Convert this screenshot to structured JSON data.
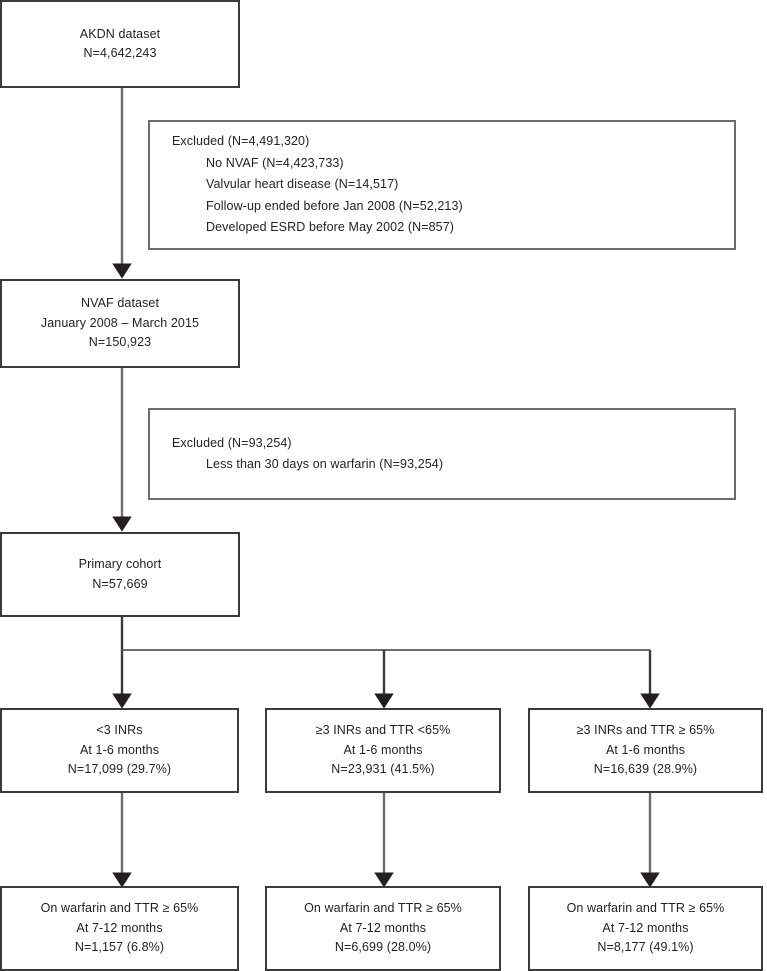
{
  "figure": {
    "type": "flow-diagram",
    "title": "Study cohort selection flow diagram"
  },
  "nodes": {
    "akdn": {
      "name": "akdn-dataset-box",
      "lines": [
        "AKDN dataset",
        "N=4,642,243"
      ]
    },
    "exclusion1": {
      "name": "exclusion-box-1",
      "lines": [
        "Excluded (N=4,491,320)",
        "No NVAF (N=4,423,733)",
        "Valvular heart disease (N=14,517)",
        "Follow-up ended before Jan 2008 (N=52,213)",
        "Developed ESRD before May 2002 (N=857)"
      ]
    },
    "nvaf": {
      "name": "nvaf-dataset-box",
      "lines": [
        "NVAF dataset",
        "January 2008 – March 2015",
        "N=150,923"
      ]
    },
    "exclusion2": {
      "name": "exclusion-box-2",
      "lines": [
        "Excluded (N=93,254)",
        "Less than 30 days on warfarin (N=93,254)"
      ]
    },
    "primary": {
      "name": "primary-cohort-box",
      "lines": [
        "Primary cohort",
        "N=57,669"
      ]
    },
    "branch1": {
      "name": "branch-box-inr-lt3",
      "lines": [
        "<3 INRs",
        "At 1-6 months",
        "N=17,099 (29.7%)"
      ]
    },
    "branch2": {
      "name": "branch-box-inr-ge3-ttr-lt65",
      "lines": [
        "≥3 INRs and TTR <65%",
        "At 1-6 months",
        "N=23,931 (41.5%)"
      ]
    },
    "branch3": {
      "name": "branch-box-inr-ge3-ttr-ge65",
      "lines": [
        "≥3 INRs and TTR ≥ 65%",
        "At 1-6 months",
        "N=16,639 (28.9%)"
      ]
    },
    "outcome1": {
      "name": "outcome-box-1",
      "lines": [
        "On warfarin and TTR ≥ 65%",
        "At 7-12 months",
        "N=1,157 (6.8%)"
      ]
    },
    "outcome2": {
      "name": "outcome-box-2",
      "lines": [
        "On warfarin and TTR ≥ 65%",
        "At 7-12 months",
        "N=6,699 (28.0%)"
      ]
    },
    "outcome3": {
      "name": "outcome-box-3",
      "lines": [
        "On warfarin and TTR ≥ 65%",
        "At 7-12 months",
        "N=8,177 (49.1%)"
      ]
    }
  },
  "colors": {
    "box_border": "#3b3b3b",
    "exclusion_border": "#6d6d6d",
    "connector": "#3b3b3b",
    "text": "#231f20",
    "background": "#ffffff"
  }
}
